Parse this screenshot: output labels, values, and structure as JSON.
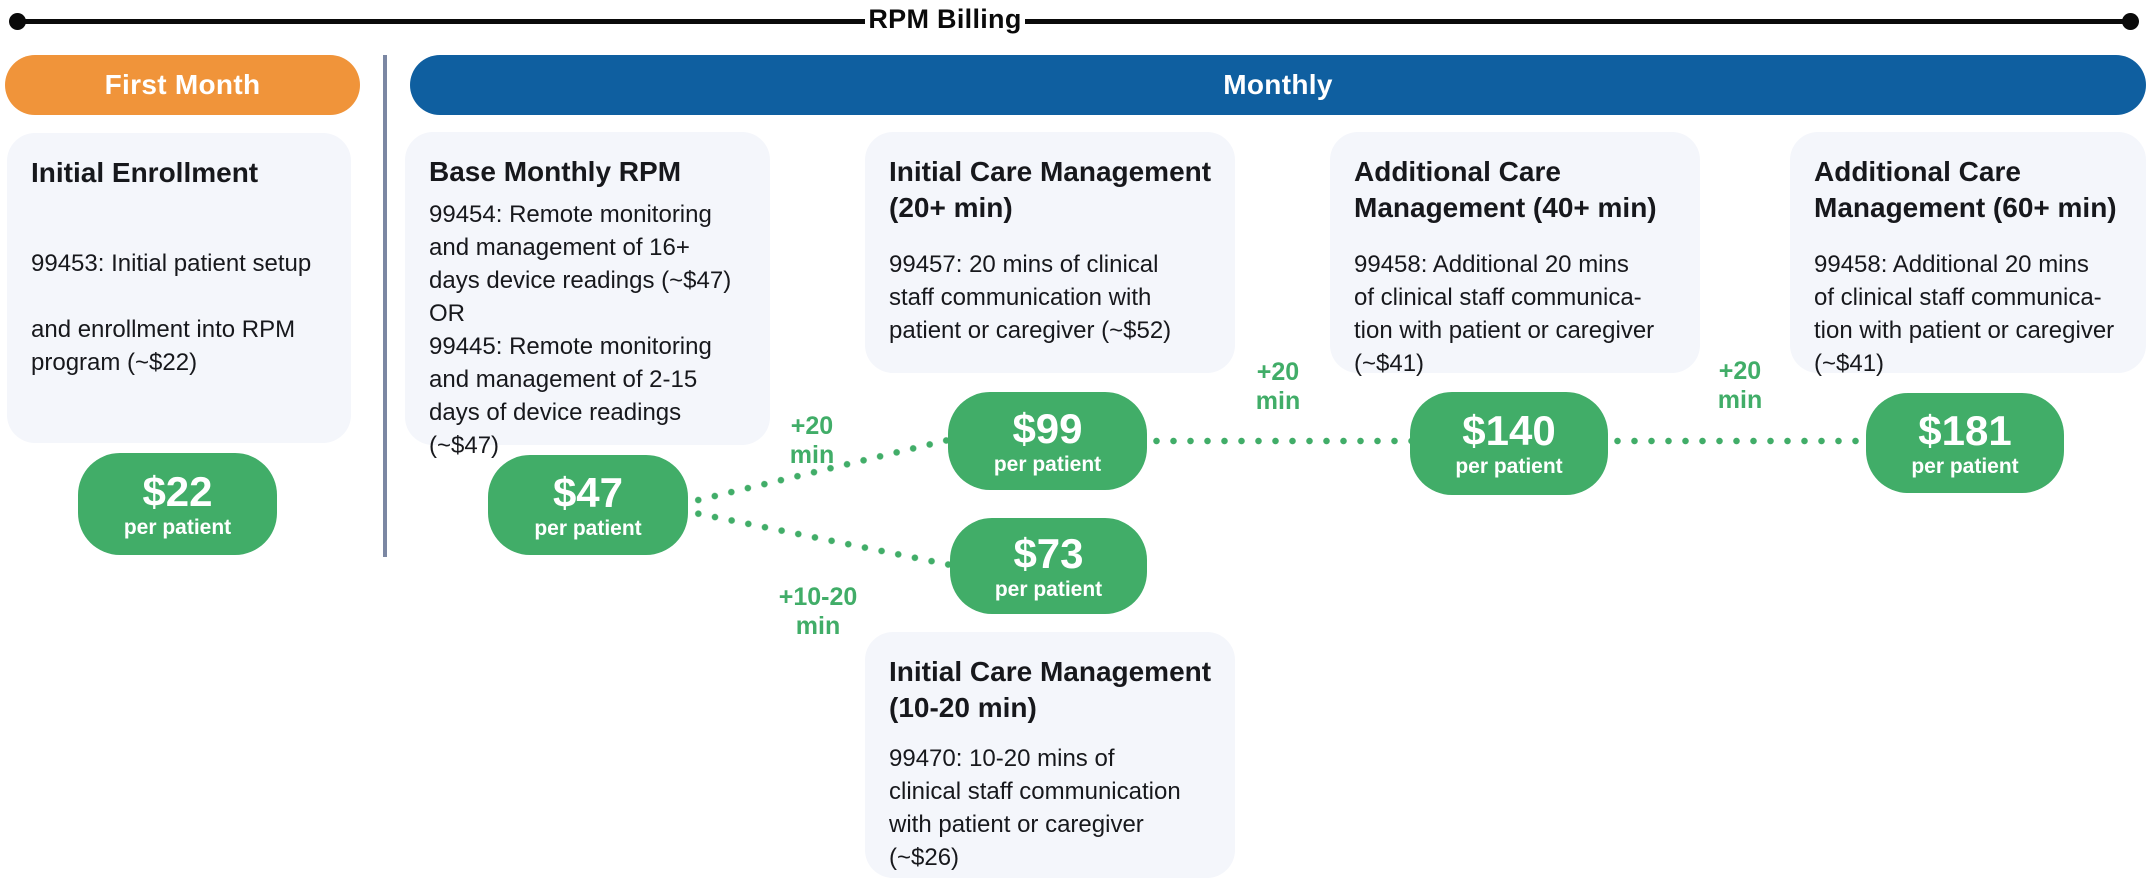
{
  "title": {
    "text": "RPM Billing"
  },
  "headers": {
    "first_month": "First Month",
    "monthly": "Monthly"
  },
  "cards": [
    {
      "name": "initial-enrollment",
      "title_lines": [
        "Initial Enrollment"
      ],
      "body_lines": [
        "99453: Initial patient setup",
        "",
        "and enrollment into RPM",
        "program (~$22)"
      ]
    },
    {
      "name": "base-monthly-rpm",
      "title_lines": [
        "Base Monthly RPM"
      ],
      "body_lines": [
        "99454: Remote monitoring",
        "and management of 16+",
        "days device readings (~$47)",
        "OR",
        "99445: Remote monitoring",
        "and management of 2-15",
        "days of device readings",
        "(~$47)"
      ]
    },
    {
      "name": "initial-care-management-20-plus-min",
      "title_lines": [
        "Initial Care Management",
        "(20+ min)"
      ],
      "body_lines": [
        "99457: 20 mins of clinical",
        "staff communication with",
        "patient or caregiver (~$52)"
      ]
    },
    {
      "name": "additional-care-management-40-plus-min",
      "title_lines": [
        "Additional Care",
        "Management (40+ min)"
      ],
      "body_lines": [
        "99458: Additional 20 mins",
        "of clinical staff communica-",
        "tion with patient or caregiver",
        "(~$41)"
      ]
    },
    {
      "name": "additional-care-management-60-plus-min",
      "title_lines": [
        "Additional Care",
        "Management (60+ min)"
      ],
      "body_lines": [
        "99458: Additional 20 mins",
        "of clinical staff communica-",
        "tion with patient or caregiver",
        "(~$41)"
      ]
    },
    {
      "name": "initial-care-management-10-20-min",
      "title_lines": [
        "Initial Care Management",
        "(10-20 min)"
      ],
      "body_lines": [
        "99470: 10-20 mins of",
        "clinical staff communication",
        "with patient or caregiver",
        "(~$26)"
      ]
    }
  ],
  "badges": [
    {
      "name": "price-22",
      "price": "$22",
      "unit": "per patient"
    },
    {
      "name": "price-47",
      "price": "$47",
      "unit": "per patient"
    },
    {
      "name": "price-99",
      "price": "$99",
      "unit": "per patient"
    },
    {
      "name": "price-73",
      "price": "$73",
      "unit": "per patient"
    },
    {
      "name": "price-140",
      "price": "$140",
      "unit": "per patient"
    },
    {
      "name": "price-181",
      "price": "$181",
      "unit": "per patient"
    }
  ],
  "connector_labels": [
    {
      "name": "plus-20-min-upper",
      "line1": "+20",
      "line2": "min"
    },
    {
      "name": "plus-10-20-min",
      "line1": "+10-20",
      "line2": "min"
    },
    {
      "name": "plus-20-min-middle",
      "line1": "+20",
      "line2": "min"
    },
    {
      "name": "plus-20-min-right",
      "line1": "+20",
      "line2": "min"
    }
  ],
  "colors": {
    "orange": "#f0943a",
    "blue": "#0f5fa0",
    "green": "#41ad68",
    "card_background": "#f4f6fb",
    "divider": "#7b87a3",
    "text": "#17181c",
    "line_black": "#0a0a0a"
  }
}
